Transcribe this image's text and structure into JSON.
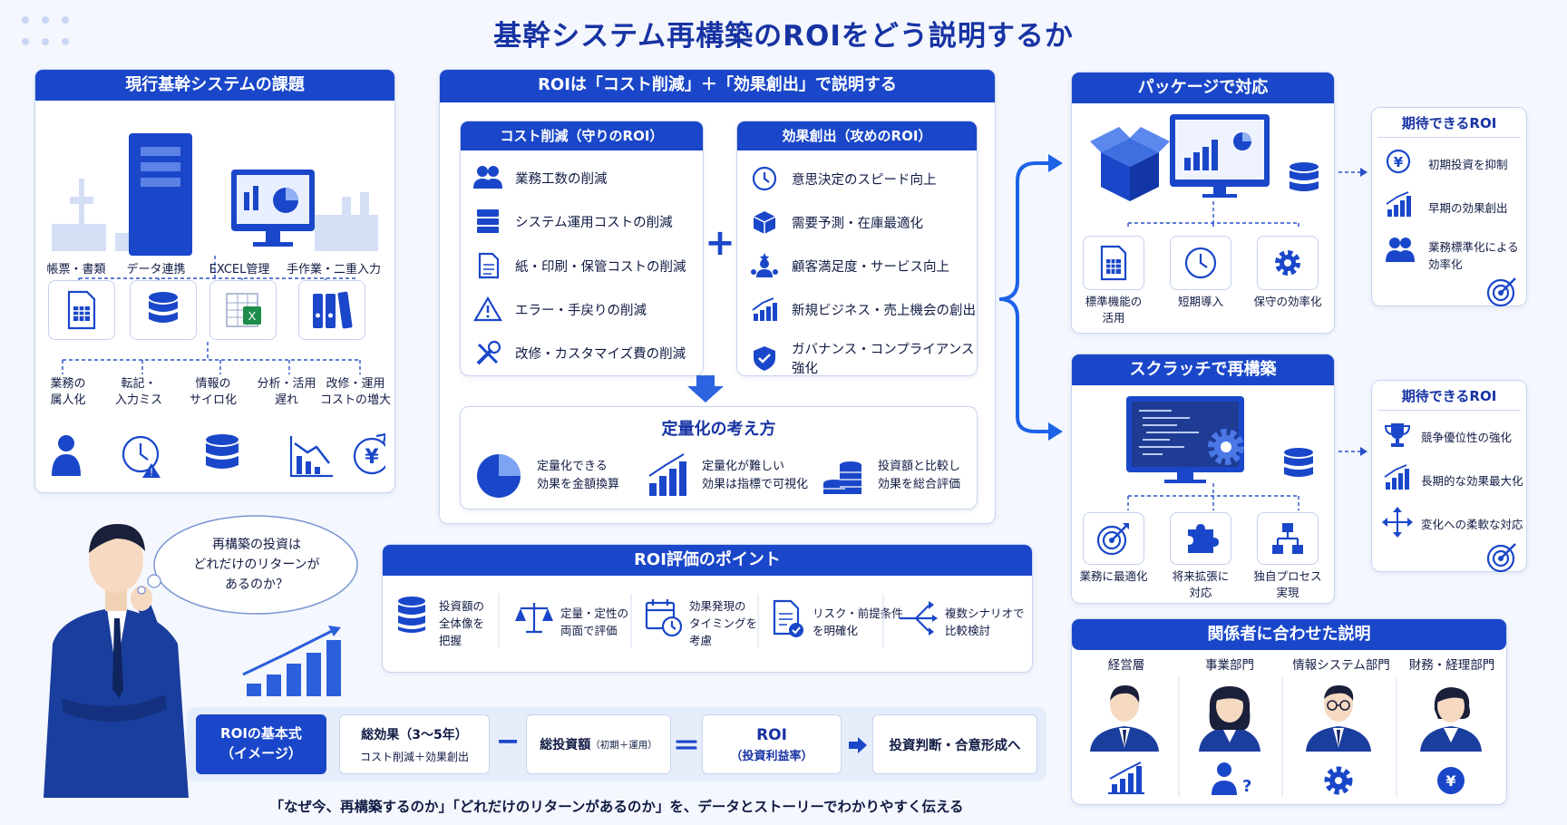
{
  "title": "基幹システム再構築のROIをどう説明するか",
  "issues": {
    "header": "現行基幹システムの課題",
    "top": [
      "帳票・書類",
      "データ連携",
      "EXCEL管理",
      "手作業・二重入力"
    ],
    "bottom": [
      [
        "業務の",
        "属人化"
      ],
      [
        "転記・",
        "入力ミス"
      ],
      [
        "情報の",
        "サイロ化"
      ],
      [
        "分析・活用",
        "遅れ"
      ],
      [
        "改修・運用",
        "コストの増大"
      ]
    ]
  },
  "roi": {
    "header": "ROIは「コスト削減」＋「効果創出」で説明する",
    "cost": {
      "header": "コスト削減（守りのROI）",
      "items": [
        "業務工数の削減",
        "システム運用コストの削減",
        "紙・印刷・保管コストの削減",
        "エラー・手戻りの削減",
        "改修・カスタマイズ費の削減"
      ]
    },
    "effect": {
      "header": "効果創出（攻めのROI）",
      "items": [
        "意思決定のスピード向上",
        "需要予測・在庫最適化",
        "顧客満足度・サービス向上",
        "新規ビジネス・売上機会の創出",
        "ガバナンス・コンプライアンス強化"
      ]
    },
    "quant": {
      "title": "定量化の考え方",
      "items": [
        [
          "定量化できる",
          "効果を金額換算"
        ],
        [
          "定量化が難しい",
          "効果は指標で可視化"
        ],
        [
          "投資額と比較し",
          "効果を総合評価"
        ]
      ]
    }
  },
  "points": {
    "header": "ROI評価のポイント",
    "items": [
      [
        "投資額の",
        "全体像を",
        "把握"
      ],
      [
        "定量・定性の",
        "両面で評価"
      ],
      [
        "効果発現の",
        "タイミングを",
        "考慮"
      ],
      [
        "リスク・前提条件",
        "を明確化"
      ],
      [
        "複数シナリオで",
        "比較検討"
      ]
    ]
  },
  "bubble": [
    "再構築の投資は",
    "どれだけのリターンが",
    "あるのか？"
  ],
  "formula": {
    "label": [
      "ROIの基本式",
      "（イメージ）"
    ],
    "total_effect": [
      "総効果（3〜5年）",
      "コスト削減＋効果創出"
    ],
    "minus": "−",
    "total_invest": "総投資額",
    "total_invest_note": "（初期＋運用）",
    "equals": "＝",
    "roi": [
      "ROI",
      "（投資利益率）"
    ],
    "result": "投資判断・合意形成へ"
  },
  "footer": "「なぜ今、再構築するのか」「どれだけのリターンがあるのか」を、データとストーリーでわかりやすく伝える",
  "package": {
    "header": "パッケージで対応",
    "items": [
      [
        "標準機能の",
        "活用"
      ],
      [
        "短期導入"
      ],
      [
        "保守の効率化"
      ]
    ]
  },
  "scratch": {
    "header": "スクラッチで再構築",
    "items": [
      [
        "業務に最適化"
      ],
      [
        "将来拡張に",
        "対応"
      ],
      [
        "独自プロセス",
        "実現"
      ]
    ]
  },
  "roi_pkg": {
    "header": "期待できるROI",
    "items": [
      [
        "初期投資を抑制"
      ],
      [
        "早期の効果創出"
      ],
      [
        "業務標準化による",
        "効率化"
      ]
    ]
  },
  "roi_scr": {
    "header": "期待できるROI",
    "items": [
      [
        "競争優位性の強化"
      ],
      [
        "長期的な効果最大化"
      ],
      [
        "変化への柔軟な対応"
      ]
    ]
  },
  "stakeholders": {
    "header": "関係者に合わせた説明",
    "items": [
      "経営層",
      "事業部門",
      "情報システム部門",
      "財務・経理部門"
    ]
  },
  "colors": {
    "primary": "#1a47c9",
    "title": "#1733a3",
    "border": "#c9d5ef"
  }
}
